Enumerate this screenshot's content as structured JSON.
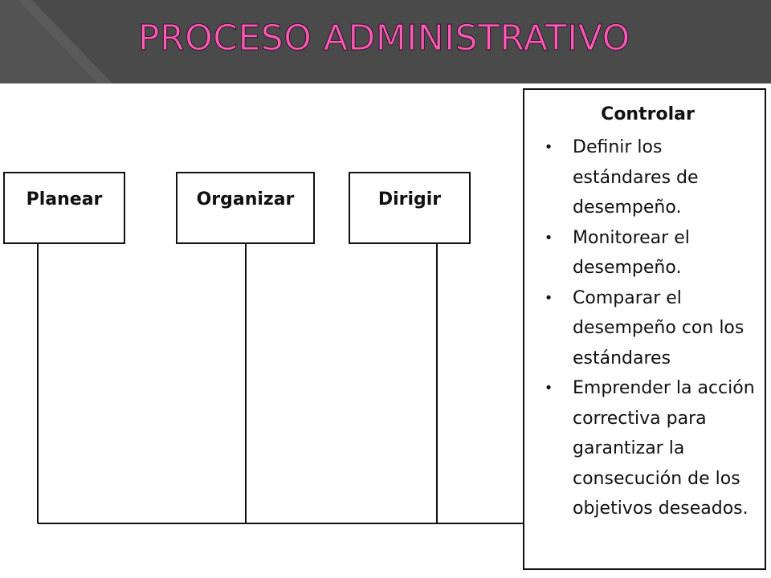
{
  "title": "PROCESO ADMINISTRATIVO",
  "colors": {
    "header_bg": "#4a4a4a",
    "title": "#ff5cb6",
    "lines": "#111111"
  },
  "stages": {
    "planear": "Planear",
    "organizar": "Organizar",
    "dirigir": "Dirigir"
  },
  "controlar": {
    "heading": "Controlar",
    "items": [
      "Definir los estándares de desempeño.",
      "Monitorear el desempeño.",
      "Comparar el desempeño con los estándares",
      "Emprender la acción correctiva para garantizar la consecución de los objetivos deseados."
    ]
  }
}
